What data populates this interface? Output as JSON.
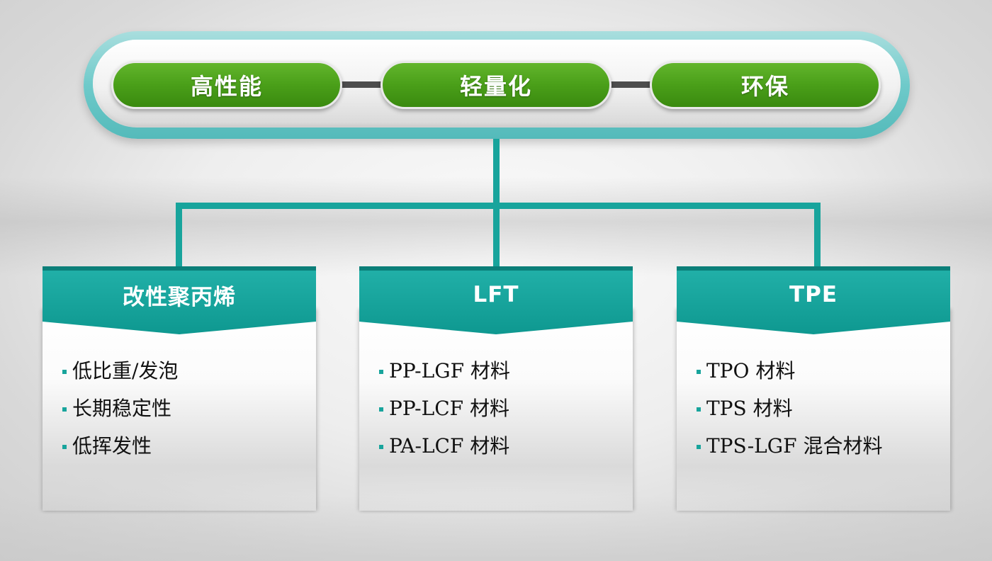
{
  "colors": {
    "teal": "#18a49c",
    "green": "#4a9f19",
    "connector": "#4d4d4d",
    "text": "#111111"
  },
  "top_bar": {
    "pills": [
      {
        "label": "高性能"
      },
      {
        "label": "轻量化"
      },
      {
        "label": "环保"
      }
    ]
  },
  "boxes": [
    {
      "title": "改性聚丙烯",
      "items": [
        "低比重/发泡",
        "长期稳定性",
        "低挥发性"
      ]
    },
    {
      "title": "LFT",
      "items": [
        "PP-LGF 材料",
        "PP-LCF 材料",
        "PA-LCF 材料"
      ]
    },
    {
      "title": "TPE",
      "items": [
        "TPO 材料",
        "TPS 材料",
        "TPS-LGF 混合材料"
      ]
    }
  ]
}
